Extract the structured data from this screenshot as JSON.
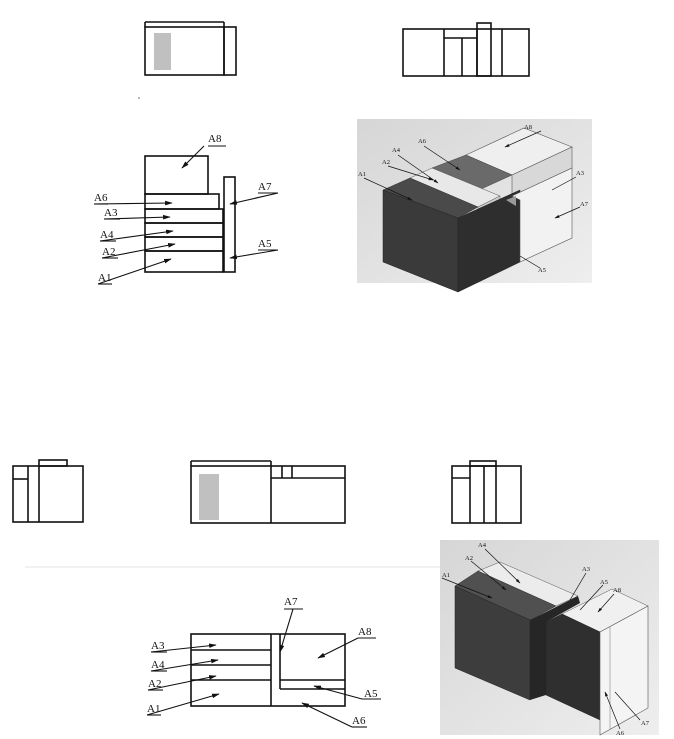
{
  "figure1": {
    "labels": {
      "a1": "A1",
      "a2": "A2",
      "a3": "A3",
      "a4": "A4",
      "a5": "A5",
      "a6": "A6",
      "a7": "A7",
      "a8": "A8"
    },
    "iso_labels": {
      "a1": "A1",
      "a2": "A2",
      "a3": "A3",
      "a4": "A4",
      "a5": "A5",
      "a6": "A6",
      "a7": "A7",
      "a8": "A8"
    }
  },
  "figure2": {
    "labels": {
      "a1": "A1",
      "a2": "A2",
      "a3": "A3",
      "a4": "A4",
      "a5": "A5",
      "a6": "A6",
      "a7": "A7",
      "a8": "A8"
    },
    "iso_labels": {
      "a1": "A1",
      "a2": "A2",
      "a3": "A3",
      "a4": "A4",
      "a5": "A5",
      "a6": "A6",
      "a7": "A7",
      "a8": "A8"
    }
  },
  "colors": {
    "line": "#111111",
    "hatch_fill": "#c0c0c0",
    "iso_dark": "#3a3a3a",
    "iso_mid": "#6e6e6e",
    "iso_light": "#eaeaea",
    "iso_bg": "#dcdcdc"
  }
}
